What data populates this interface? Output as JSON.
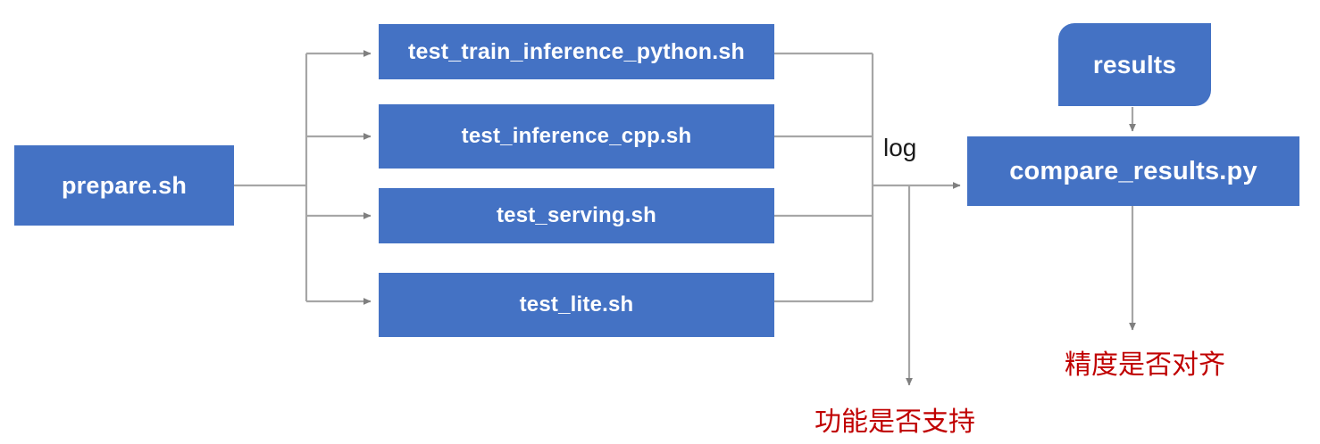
{
  "diagram": {
    "title": "PaddlePaddle TIPC test pipeline flowchart",
    "colors": {
      "node_fill": "#4472C4",
      "node_text": "#FFFFFF",
      "edge_stroke": "#A6A6A6",
      "annotation_text": "#C00000",
      "background": "#FFFFFF"
    },
    "nodes": {
      "prepare": {
        "label": "prepare.sh",
        "shape": "rectangle"
      },
      "results": {
        "label": "results",
        "shape": "rounded-rectangle"
      },
      "compare": {
        "label": "compare_results.py",
        "shape": "rectangle"
      },
      "tests": [
        {
          "label": "test_train_inference_python.sh",
          "shape": "rectangle"
        },
        {
          "label": "test_inference_cpp.sh",
          "shape": "rectangle"
        },
        {
          "label": "test_serving.sh",
          "shape": "rectangle"
        },
        {
          "label": "test_lite.sh",
          "shape": "rectangle"
        }
      ]
    },
    "edge_labels": {
      "log": "log"
    },
    "annotations": [
      {
        "id": "function-support",
        "text": "功能是否支持"
      },
      {
        "id": "precision-aligned",
        "text": "精度是否对齐"
      }
    ],
    "edges": [
      {
        "from": "prepare",
        "to": "test_train_inference_python.sh"
      },
      {
        "from": "prepare",
        "to": "test_inference_cpp.sh"
      },
      {
        "from": "prepare",
        "to": "test_serving.sh"
      },
      {
        "from": "prepare",
        "to": "test_lite.sh"
      },
      {
        "from": "tests",
        "to": "compare_results.py",
        "label": "log"
      },
      {
        "from": "tests",
        "to": "功能是否支持",
        "label": "log"
      },
      {
        "from": "results",
        "to": "compare_results.py"
      },
      {
        "from": "compare_results.py",
        "to": "精度是否对齐"
      }
    ]
  }
}
